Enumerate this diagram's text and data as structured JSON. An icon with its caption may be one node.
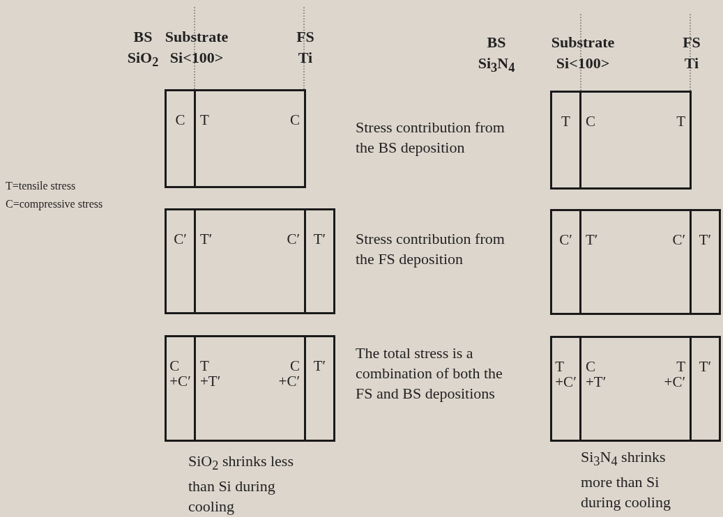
{
  "diagram": {
    "nodes": [
      {
        "text": [
          "C"
        ]
      },
      {
        "text": [
          "T",
          "C"
        ]
      },
      {
        "text": [
          "T"
        ]
      },
      {
        "text": [
          "C",
          "T"
        ]
      },
      {
        "text": [
          "C′"
        ]
      },
      {
        "text": [
          "T′",
          "C′"
        ]
      },
      {
        "text": [
          "T′"
        ]
      },
      {
        "text": [
          "C′"
        ]
      },
      {
        "text": [
          "T′",
          "C′"
        ]
      },
      {
        "text": [
          "T′"
        ]
      },
      {
        "text": [
          "C +C′"
        ]
      },
      {
        "text": [
          "T +T′",
          "C +C′"
        ]
      },
      {
        "text": [
          "T′"
        ]
      },
      {
        "text": [
          "T +C′"
        ]
      },
      {
        "text": [
          "C +T′",
          "T +C′"
        ]
      },
      {
        "text": [
          "T′"
        ]
      }
    ],
    "labels": [
      "BS SiO$_{2}$",
      "Substrate Si<100>",
      "FS Ti",
      "BS Si$_{3}$N$_{4}$",
      "Substrate Si<100>",
      "FS Ti",
      "Stress contribution from the BS deposition",
      "T=tensile stress",
      "C=compressive stress",
      "Stress contribution from the FS deposition",
      "The total stress is a combination of both the FS and BS depositions",
      "SiO$_{2}$ shrinks less than Si during cooling",
      "Si$_{3}$N$_{4}$ shrinks more than Si during cooling"
    ]
  }
}
